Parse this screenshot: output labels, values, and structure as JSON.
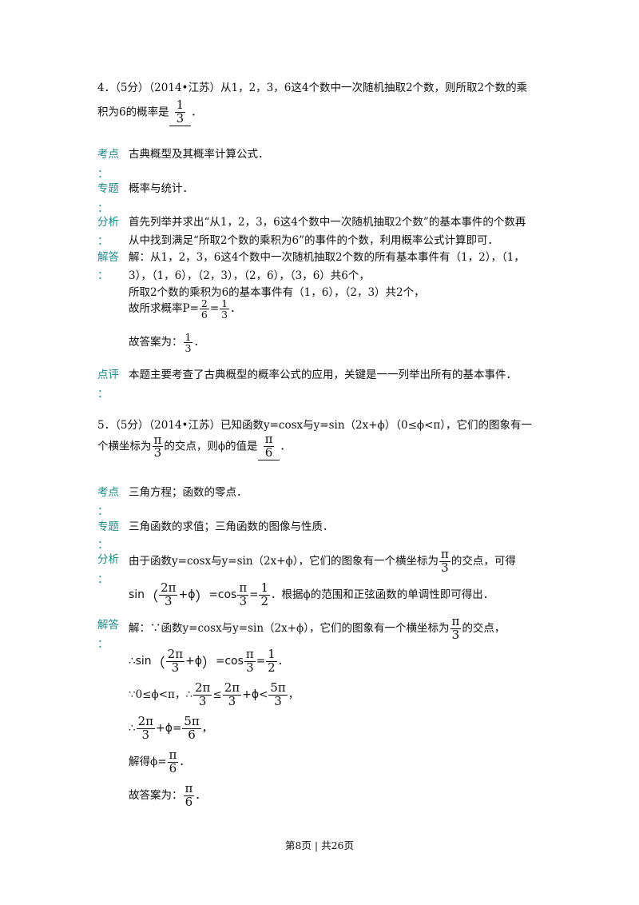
{
  "q4": {
    "line1": "4．（5分）（2014•江苏）从1，2，3，6这4个数中一次随机抽取2个数，则所取2个数的乘",
    "line2_pre": "积为6的概率是",
    "answer_num": "1",
    "answer_den": "3",
    "line2_end": "．",
    "kaodian_label": "考点",
    "kaodian_text": "古典概型及其概率计算公式．",
    "zhuanti_label": "专题",
    "zhuanti_text": "概率与统计．",
    "fenxi_label": "分析",
    "fenxi_line1": "首先列举并求出“从1，2，3，6这4个数中一次随机抽取2个数”的基本事件的个数再",
    "fenxi_line2": "从中找到满足“所取2个数的乘积为6”的事件的个数，利用概率公式计算即可．",
    "jieda_label": "解答",
    "jieda_line1": "解：从1，2，3，6这4个数中一次随机抽取2个数的所有基本事件有（1，2），（1，",
    "jieda_line2": "3），（1，6），（2，3），（2，6），（3，6）共6个，",
    "jieda_line3": "所取2个数的乘积为6的基本事件有（1，6），（2，3）共2个，",
    "jieda_line4_pre": "故所求概率P=",
    "p_num1": "2",
    "p_den1": "6",
    "p_eq": "=",
    "p_num2": "1",
    "p_den2": "3",
    "period": "．",
    "answer_pre": "故答案为：",
    "dianping_label": "点评",
    "dianping_text": "本题主要考查了古典概型的概率公式的应用，关键是一一列举出所有的基本事件．"
  },
  "q5": {
    "line1": "5．（5分）（2014•江苏）已知函数y=cosx与y=sin（2x+ϕ）（0≤ϕ<π），它们的图象有一",
    "line2_pre": "个横坐标为",
    "pi": "π",
    "three": "3",
    "six": "6",
    "line2_mid": "的交点，则ϕ的值是",
    "line2_end": "．",
    "kaodian_label": "考点",
    "kaodian_text": "三角方程；函数的零点．",
    "zhuanti_label": "专题",
    "zhuanti_text": "三角函数的求值；三角函数的图像与性质．",
    "fenxi_label": "分析",
    "fenxi_line1_pre": "由于函数y=cosx与y=sin（2x+ϕ），它们的图象有一个横坐标为",
    "fenxi_line1_end": "的交点，可得",
    "sin": "sin",
    "cos": "cos",
    "two_pi": "2π",
    "plus_phi": "+ϕ",
    "lparen": "（",
    "rparen": "）",
    "eq": "=",
    "one": "1",
    "two": "2",
    "five_pi": "5π",
    "fenxi_line2_end": "．根据ϕ的范围和正弦函数的单调性即可得出．",
    "jieda_label": "解答",
    "jieda_line1_pre": "解：∵函数y=cosx与y=sin（2x+ϕ），它们的图象有一个横坐标为",
    "jieda_line1_end": "的交点，",
    "therefore": "∴",
    "because_pre": "∵0≤ϕ<π，∴",
    "le": "≤",
    "lt": "<",
    "comma": "，",
    "period": "．",
    "solve_pre": "解得ϕ=",
    "answer_pre": "故答案为："
  },
  "colon": "：",
  "footer": "第8页 | 共26页"
}
